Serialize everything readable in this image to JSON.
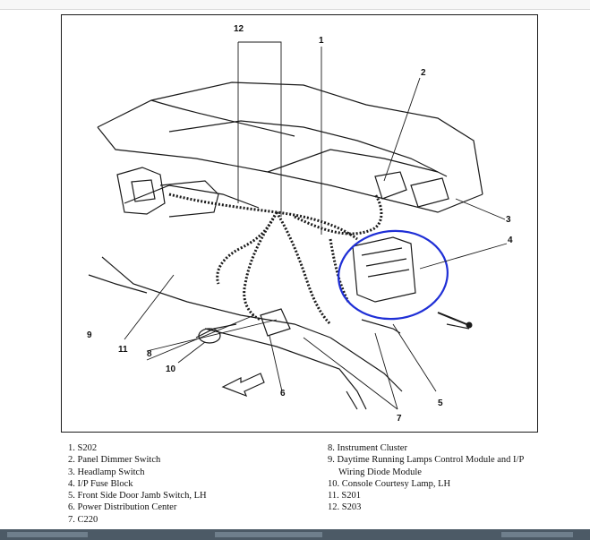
{
  "callouts": [
    "1",
    "2",
    "3",
    "4",
    "5",
    "6",
    "7",
    "8",
    "9",
    "10",
    "11",
    "12"
  ],
  "legend_left": [
    "1. S202",
    "2. Panel Dimmer Switch",
    "3. Headlamp Switch",
    "4. I/P Fuse Block",
    "5. Front Side Door Jamb Switch, LH",
    "6. Power Distribution Center",
    "7. C220"
  ],
  "legend_right": [
    "8. Instrument Cluster",
    "9. Daytime Running Lamps Control Module and I/P Wiring Diode Module",
    "10. Console Courtesy Lamp, LH",
    "11. S201",
    "12. S203"
  ],
  "highlight_color": "#1f2fd6",
  "line_color": "#1a1a1a"
}
